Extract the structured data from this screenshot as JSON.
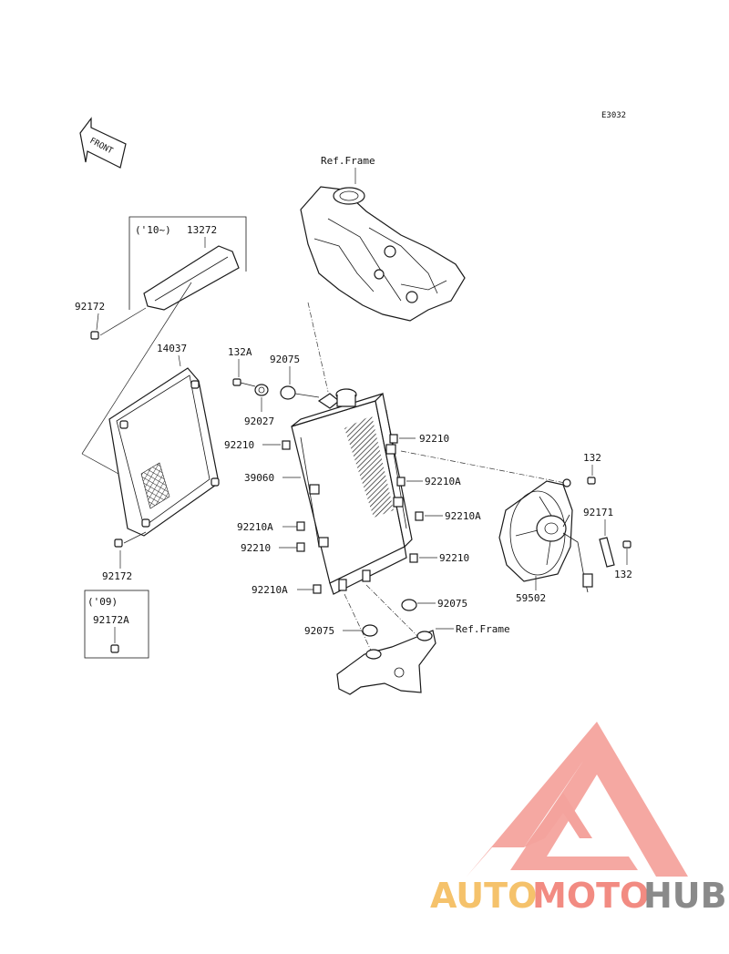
{
  "diagram_code": "E3032",
  "front_marker": "FRONT",
  "ref_frame_label": "Ref.Frame",
  "callouts": {
    "13272": "13272",
    "14037": "14037",
    "92172": "92172",
    "92172A": "92172A",
    "132A": "132A",
    "92075": "92075",
    "92027": "92027",
    "92210": "92210",
    "92210A": "92210A",
    "39060": "39060",
    "132": "132",
    "92171": "92171",
    "59502": "59502"
  },
  "year_notes": {
    "from_2010": "('10~)",
    "year_2009": "('09)"
  },
  "watermark": {
    "part1": "AUTO",
    "part2": "MOTO",
    "part3": "HUB",
    "colors": {
      "auto": "#f5c26b",
      "moto": "#f28b82",
      "hub": "#8a8a8a",
      "triangle": "#f4a39d"
    }
  }
}
